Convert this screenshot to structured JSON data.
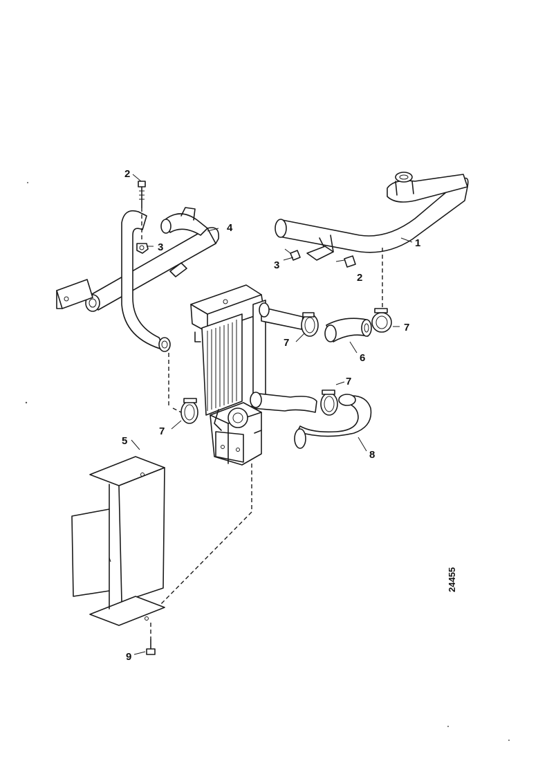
{
  "callouts": {
    "c1": "1",
    "c2a": "2",
    "c2b": "2",
    "c3a": "3",
    "c3b": "3",
    "c4": "4",
    "c5": "5",
    "c6": "6",
    "c7a": "7",
    "c7b": "7",
    "c7c": "7",
    "c7d": "7",
    "c8": "8",
    "c9": "9"
  },
  "reference_number": "24455"
}
